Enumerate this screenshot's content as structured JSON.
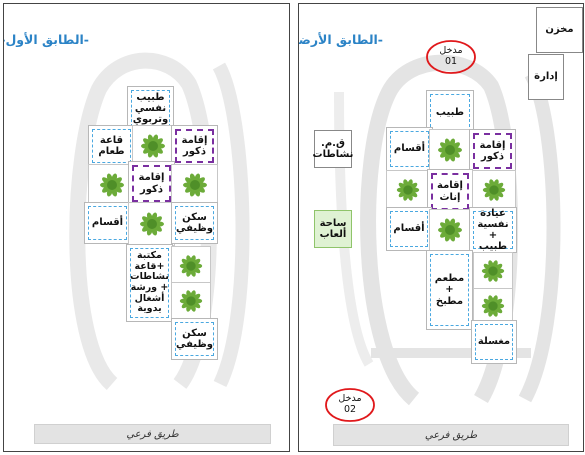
{
  "first_floor": {
    "title": "-الطابق الأول-",
    "rooms": {
      "psych_doctor": "طبيب نفسي وتربوي",
      "study_hall": "قاعة طعام",
      "male_residence_1": "إقامة ذكور",
      "male_residence_2": "إقامة ذكور",
      "departments": "أقسام",
      "staff_housing_1": "سكن وظيفي",
      "hall_workshops": "مكتبة +قاعة نشاطات + ورشة أشغال يدوية",
      "staff_housing_2": "سكن وظيفي"
    },
    "road": "طريق فرعي"
  },
  "ground_floor": {
    "title": "-الطابق الأرضي-",
    "entrance_1": {
      "label": "مدخل",
      "number": "01"
    },
    "entrance_2": {
      "label": "مدخل",
      "number": "02"
    },
    "storage": "مخزن",
    "administration": "إدارة",
    "activities": "ق.م. نشاطات",
    "playground": "ساحة ألعاب",
    "rooms": {
      "doctor": "طبيب",
      "departments_1": "أقسام",
      "male_residence": "إقامة ذكور",
      "female_residence": "إقامة إناث",
      "departments_2": "أقسام",
      "clinic": "عيادة نفسية + طبيب",
      "restaurant": "مطعم + مطبخ",
      "laundry": "مغسلة"
    },
    "road": "طريق فرعي"
  },
  "colors": {
    "title": "#2b83c6",
    "dashed_room_border": "#4aa8e0",
    "residence_border": "#7a2fa0",
    "entrance_oval": "#e0181b",
    "playground_fill": "#dff2d3",
    "tree": "#6cab39"
  },
  "icons": {
    "tree": "tree-icon"
  }
}
